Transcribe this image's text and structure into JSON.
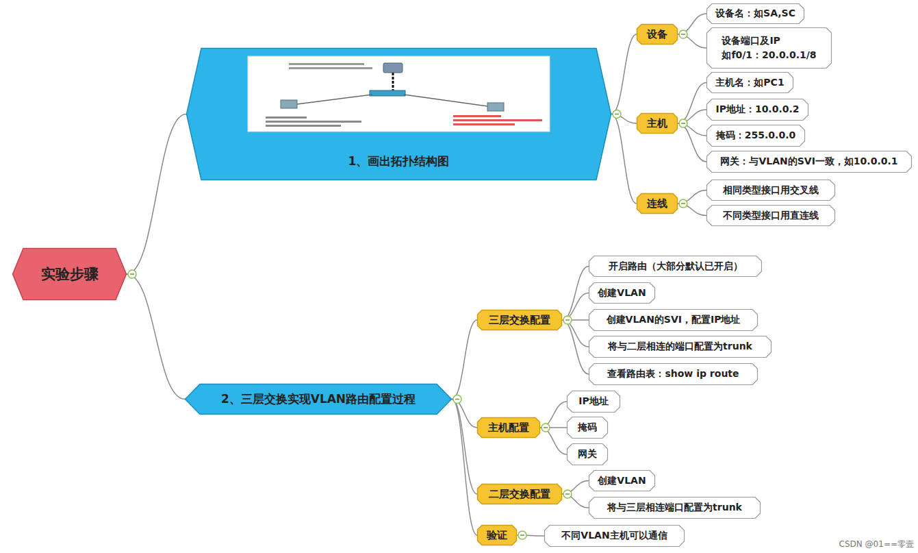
{
  "diagram": {
    "nodes": [
      {
        "text": [
          "实验步骤"
        ]
      },
      {
        "text": [
          "1、画出拓扑结构图"
        ]
      },
      {
        "text": [
          "设备"
        ]
      },
      {
        "text": [
          "设备名：如SA,SC"
        ]
      },
      {
        "text": [
          "设备端口及IP 如f0/1：20.0.0.1/8"
        ]
      },
      {
        "text": [
          "主机"
        ]
      },
      {
        "text": [
          "主机名：如PC1"
        ]
      },
      {
        "text": [
          "IP地址：10.0.0.2"
        ]
      },
      {
        "text": [
          "掩码：255.0.0.0"
        ]
      },
      {
        "text": [
          "网关：与VLAN的SVI一致，如10.0.0.1"
        ]
      },
      {
        "text": [
          "连线"
        ]
      },
      {
        "text": [
          "相同类型接口用交叉线"
        ]
      },
      {
        "text": [
          "不同类型接口用直连线"
        ]
      },
      {
        "text": [
          "2、三层交换实现VLAN路由配置过程"
        ]
      },
      {
        "text": [
          "三层交换配置"
        ]
      },
      {
        "text": [
          "开启路由（大部分默认已开启）"
        ]
      },
      {
        "text": [
          "创建VLAN"
        ]
      },
      {
        "text": [
          "创建VLAN的SVI，配置IP地址"
        ]
      },
      {
        "text": [
          "将与二层相连的端口配置为trunk"
        ]
      },
      {
        "text": [
          "查看路由表：show ip route"
        ]
      },
      {
        "text": [
          "主机配置"
        ]
      },
      {
        "text": [
          "IP地址"
        ]
      },
      {
        "text": [
          "掩码"
        ]
      },
      {
        "text": [
          "网关"
        ]
      },
      {
        "text": [
          "二层交换配置"
        ]
      },
      {
        "text": [
          "创建VLAN"
        ]
      },
      {
        "text": [
          "将与三层相连端口配置为trunk"
        ]
      },
      {
        "text": [
          "验证"
        ]
      },
      {
        "text": [
          "不同VLAN主机可以通信"
        ]
      }
    ],
    "edges": [
      {
        "from": 0,
        "to": 1,
        "arrow": "none"
      },
      {
        "from": 0,
        "to": 13,
        "arrow": "none"
      },
      {
        "from": 1,
        "to": 2,
        "arrow": "none"
      },
      {
        "from": 1,
        "to": 5,
        "arrow": "none"
      },
      {
        "from": 1,
        "to": 10,
        "arrow": "none"
      },
      {
        "from": 2,
        "to": 3,
        "arrow": "none"
      },
      {
        "from": 2,
        "to": 4,
        "arrow": "none"
      },
      {
        "from": 5,
        "to": 6,
        "arrow": "none"
      },
      {
        "from": 5,
        "to": 7,
        "arrow": "none"
      },
      {
        "from": 5,
        "to": 8,
        "arrow": "none"
      },
      {
        "from": 5,
        "to": 9,
        "arrow": "none"
      },
      {
        "from": 10,
        "to": 11,
        "arrow": "none"
      },
      {
        "from": 10,
        "to": 12,
        "arrow": "none"
      },
      {
        "from": 13,
        "to": 14,
        "arrow": "none"
      },
      {
        "from": 13,
        "to": 20,
        "arrow": "none"
      },
      {
        "from": 13,
        "to": 24,
        "arrow": "none"
      },
      {
        "from": 13,
        "to": 27,
        "arrow": "none"
      },
      {
        "from": 14,
        "to": 15,
        "arrow": "none"
      },
      {
        "from": 14,
        "to": 16,
        "arrow": "none"
      },
      {
        "from": 14,
        "to": 17,
        "arrow": "none"
      },
      {
        "from": 14,
        "to": 18,
        "arrow": "none"
      },
      {
        "from": 14,
        "to": 19,
        "arrow": "none"
      },
      {
        "from": 20,
        "to": 21,
        "arrow": "none"
      },
      {
        "from": 20,
        "to": 22,
        "arrow": "none"
      },
      {
        "from": 20,
        "to": 23,
        "arrow": "none"
      },
      {
        "from": 24,
        "to": 25,
        "arrow": "none"
      },
      {
        "from": 24,
        "to": 26,
        "arrow": "none"
      },
      {
        "from": 27,
        "to": 28,
        "arrow": "none"
      }
    ],
    "labels": [
      "CSDN @01==零壹"
    ]
  }
}
